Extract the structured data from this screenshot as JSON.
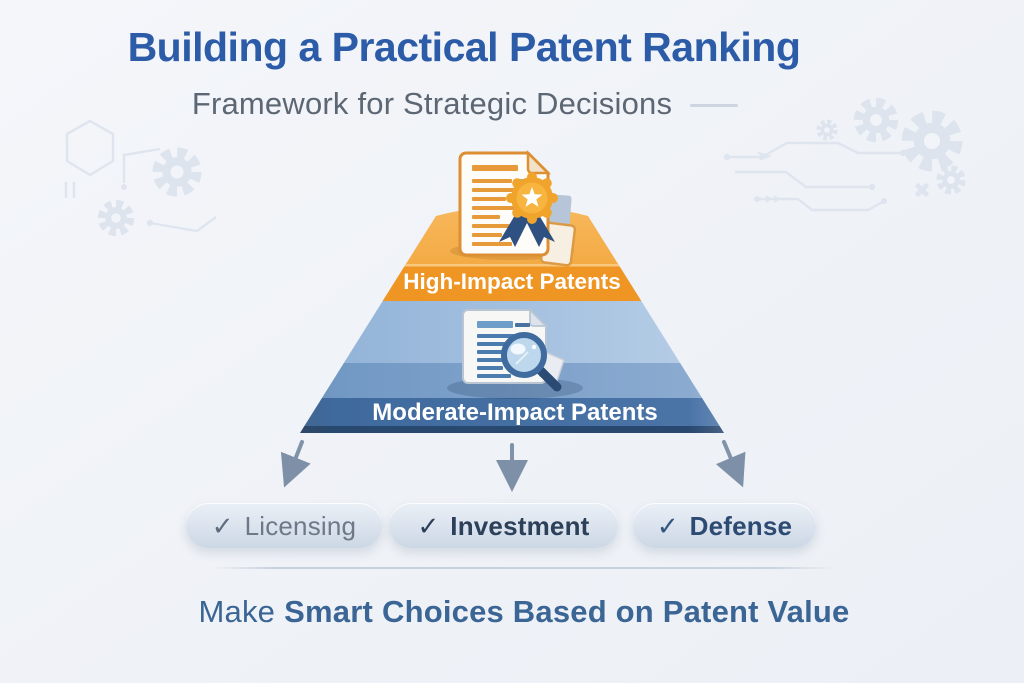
{
  "header": {
    "title": "Building a Practical Patent Ranking",
    "subtitle": "Framework for Strategic Decisions"
  },
  "pyramid": {
    "tiers": [
      {
        "label": "High-Impact Patents",
        "icon": "certificate-award-document-icon",
        "color": "#ee9524"
      },
      {
        "label": "Moderate-Impact Patents",
        "icon": "document-magnifier-icon",
        "color": "#3f689b"
      }
    ]
  },
  "options": [
    {
      "check": "✓",
      "label": "Licensing"
    },
    {
      "check": "✓",
      "label": "Investment"
    },
    {
      "check": "✓",
      "label": "Defense"
    }
  ],
  "footer": {
    "tagline_lead": "Make",
    "tagline_emphasis": "Smart",
    "tagline_rest": "Choices Based on Patent Value"
  },
  "palette": {
    "title_blue": "#2c5ba8",
    "subtitle_gray": "#5d6774",
    "tier_high_orange": "#ee9524",
    "tier_moderate_blue": "#3f689b",
    "tagline_blue": "#3b6595",
    "background": "#f0f3f8",
    "pill_background": "#d8e1ec",
    "arrow_gray_blue": "#8093a8"
  }
}
